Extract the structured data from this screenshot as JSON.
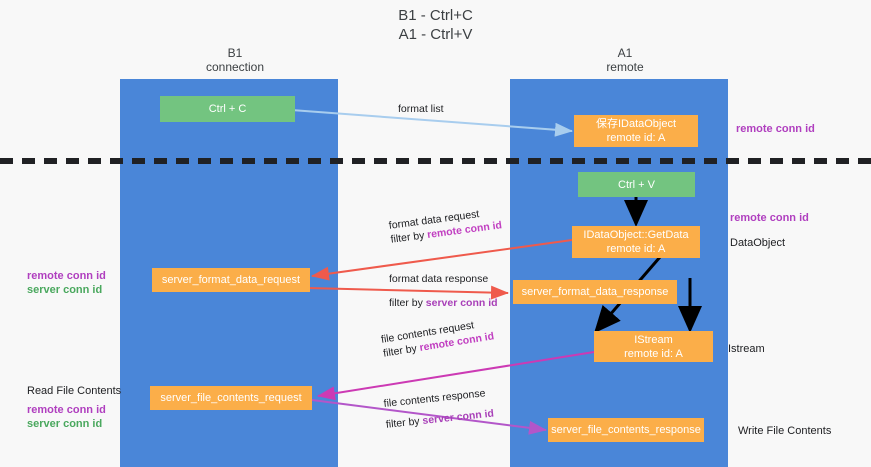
{
  "title": "B1 - Ctrl+C\nA1 - Ctrl+V",
  "columns": {
    "left": {
      "line1": "B1",
      "line2": "connection",
      "label": "B1\nconnection"
    },
    "right": {
      "line1": "A1",
      "line2": "remote",
      "label": "A1\nremote"
    }
  },
  "nodes": {
    "ctrl_c": "Ctrl + C",
    "ctrl_v": "Ctrl + V",
    "idataobject": "保存IDataObject\nremote id: A",
    "idataobject_getdata": "IDataObject::GetData\nremote id: A",
    "server_format_data_request": "server_format_data_request",
    "server_format_data_response": "server_format_data_response",
    "istream": "IStream\nremote id: A",
    "server_file_contents_request": "server_file_contents_request",
    "server_file_contents_response": "server_file_contents_response"
  },
  "edges": {
    "format_list": "format list",
    "format_data_request": {
      "line1": "format data request",
      "prefix": "filter by ",
      "key": "remote conn id"
    },
    "format_data_response": {
      "line1": "format data response",
      "prefix": "filter by ",
      "key": "server conn id"
    },
    "file_contents_request": {
      "line1": "file contents request",
      "prefix": "filter by ",
      "key": "remote conn id"
    },
    "file_contents_response": {
      "line1": "file contents response",
      "prefix": "filter by ",
      "key": "server conn id"
    }
  },
  "annotations": {
    "right_remote_conn_id_top": "remote conn id",
    "right_remote_conn_id_mid": "remote conn id",
    "right_dataobject": "DataObject",
    "right_istream": "Istream",
    "right_write_file_contents": "Write File Contents",
    "left_remote_conn_id_mid": "remote conn id",
    "left_server_conn_id_mid": "server conn id",
    "left_read_file_contents": "Read File Contents",
    "left_remote_conn_id_bottom": "remote conn id",
    "left_server_conn_id_bottom": "server conn id"
  },
  "colors": {
    "lane": "#4a86d8",
    "node_orange": "#fbae49",
    "node_green": "#73c480",
    "arrow_light_blue": "#a8cdee",
    "arrow_red": "#ef5a4c",
    "arrow_magenta": "#cc3ab4",
    "arrow_purple": "#b356c9",
    "arrow_black": "#000000",
    "divider": "#202124",
    "text_magenta": "#b03fbf",
    "text_green": "#4aa85e",
    "background": "#f8f8f8"
  }
}
